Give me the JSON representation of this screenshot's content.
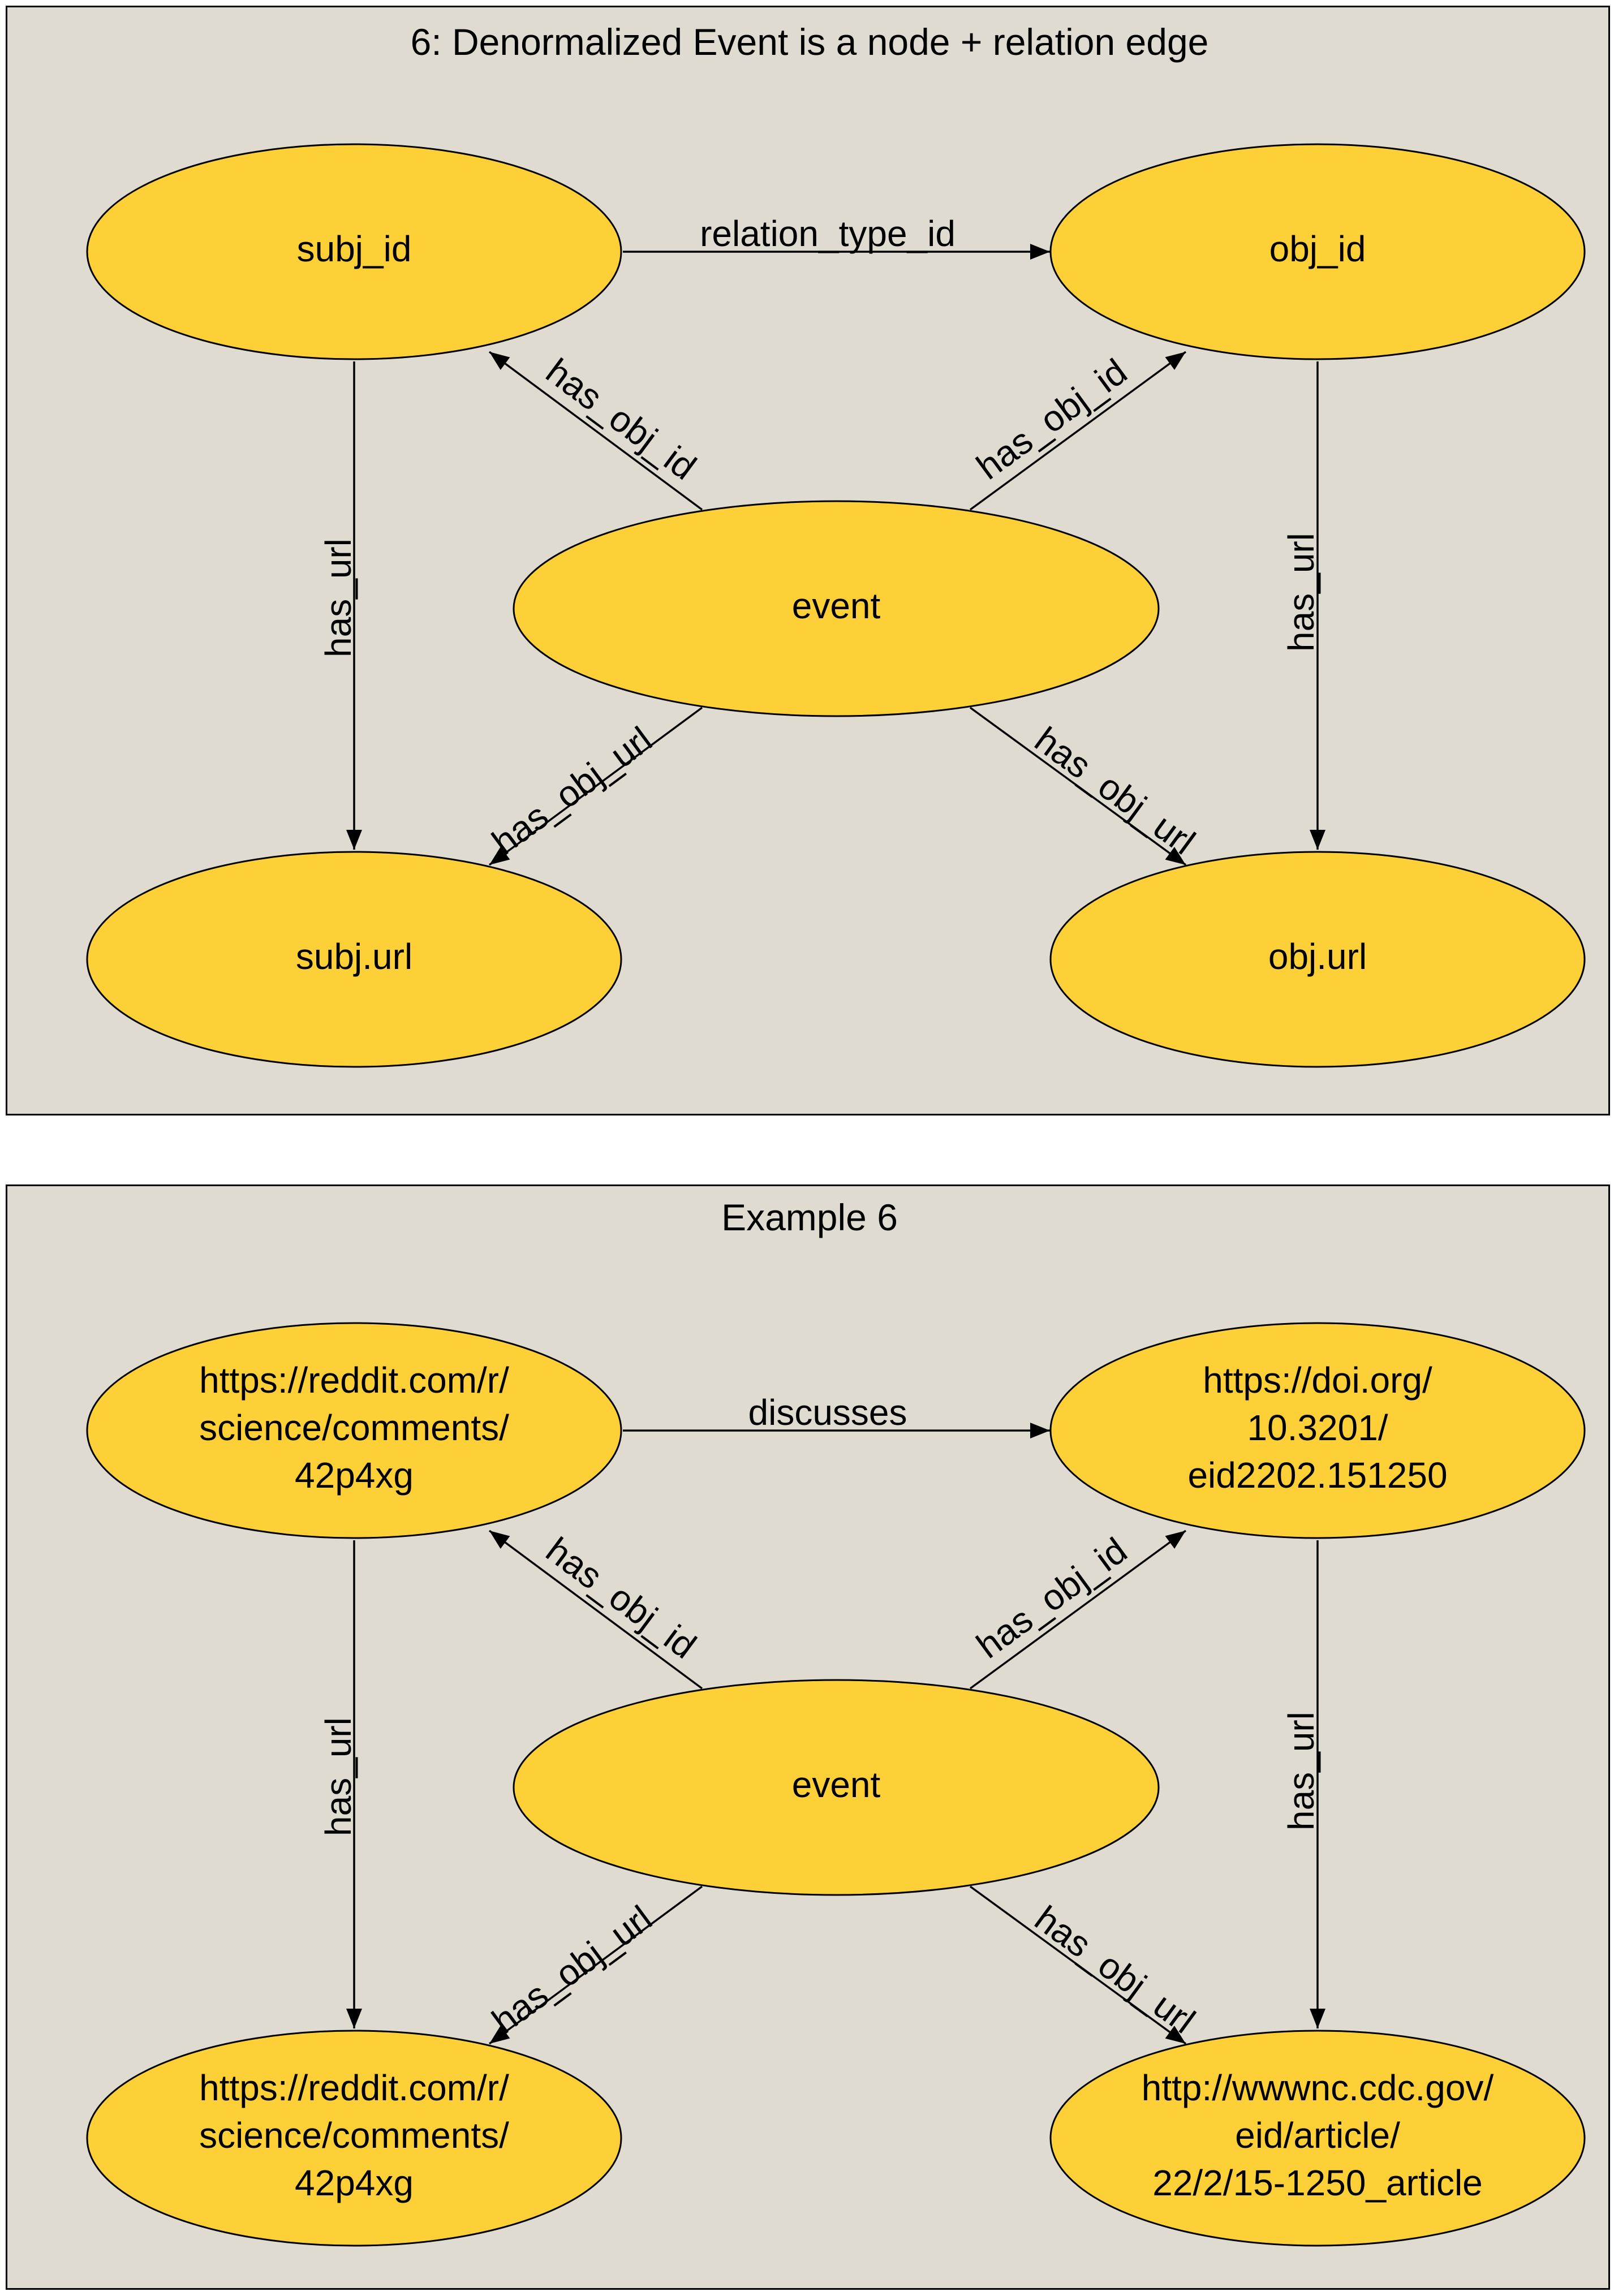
{
  "colors": {
    "background": "#e0dbd0",
    "node_fill": "#fdd037",
    "stroke": "#000000",
    "text": "#000000"
  },
  "panels": [
    {
      "title": "6: Denormalized Event is a node + relation edge",
      "nodes": {
        "subj": [
          "subj_id"
        ],
        "obj": [
          "obj_id"
        ],
        "event": [
          "event"
        ],
        "subj_url": [
          "subj.url"
        ],
        "obj_url": [
          "obj.url"
        ]
      },
      "edges": {
        "subj_to_obj": "relation_type_id",
        "event_to_subj": "has_obj_id",
        "event_to_obj": "has_obj_id",
        "subj_to_subj_url": "has_url",
        "obj_to_obj_url": "has_url",
        "event_to_subj_url": "has_obj_url",
        "event_to_obj_url": "has_obj_url"
      }
    },
    {
      "title": "Example 6",
      "nodes": {
        "subj": [
          "https://reddit.com/r/",
          "science/comments/",
          "42p4xg"
        ],
        "obj": [
          "https://doi.org/",
          "10.3201/",
          "eid2202.151250"
        ],
        "event": [
          "event"
        ],
        "subj_url": [
          "https://reddit.com/r/",
          "science/comments/",
          "42p4xg"
        ],
        "obj_url": [
          "http://wwwnc.cdc.gov/",
          "eid/article/",
          "22/2/15-1250_article"
        ]
      },
      "edges": {
        "subj_to_obj": "discusses",
        "event_to_subj": "has_obj_id",
        "event_to_obj": "has_obj_id",
        "subj_to_subj_url": "has_url",
        "obj_to_obj_url": "has_url",
        "event_to_subj_url": "has_obj_url",
        "event_to_obj_url": "has_obj_url"
      }
    }
  ]
}
